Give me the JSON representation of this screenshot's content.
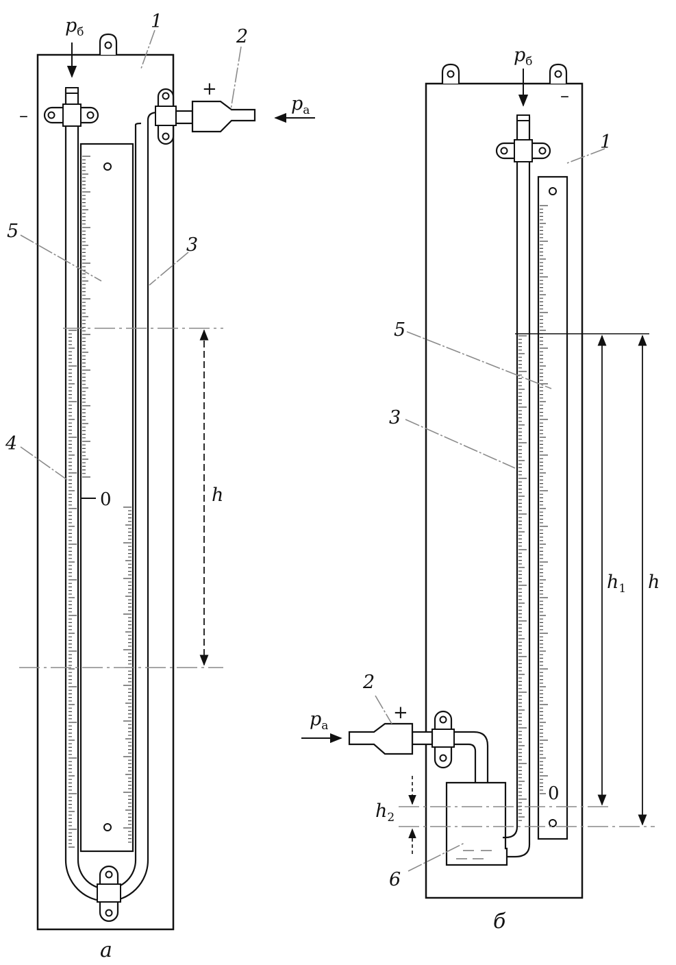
{
  "colors": {
    "ink": "#111111",
    "leader": "#8a8a8a",
    "paper": "#ffffff"
  },
  "panel_a": {
    "caption": "а",
    "label_1": "1",
    "label_2": "2",
    "label_3": "3",
    "label_4": "4",
    "label_5": "5",
    "p_b_main": "p",
    "p_b_sub": "б",
    "p_a_main": "p",
    "p_a_sub": "a",
    "plus": "+",
    "minus": "–",
    "zero": "0",
    "h": "h"
  },
  "panel_b": {
    "caption": "б",
    "label_1": "1",
    "label_2": "2",
    "label_3": "3",
    "label_5": "5",
    "label_6": "6",
    "p_b_main": "p",
    "p_b_sub": "б",
    "p_a_main": "p",
    "p_a_sub": "a",
    "plus": "+",
    "minus": "–",
    "zero": "0",
    "h1_main": "h",
    "h1_sub": "1",
    "h2_main": "h",
    "h2_sub": "2",
    "h": "h"
  }
}
